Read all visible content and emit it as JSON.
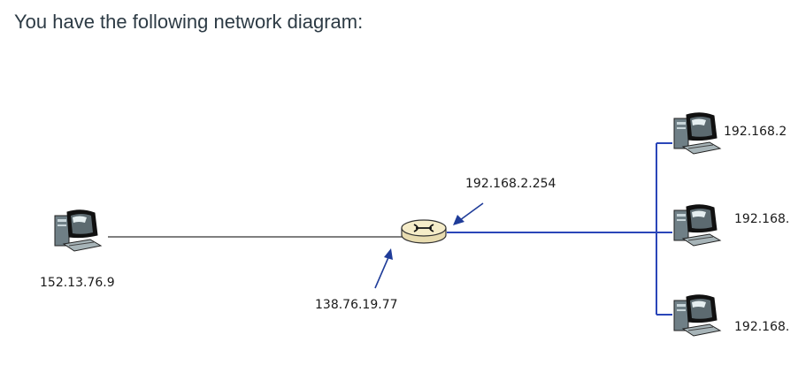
{
  "question": "You have the following network diagram:",
  "diagram": {
    "left_host_ip": "152.13.76.9",
    "router_left_ip": "138.76.19.77",
    "router_right_ip": "192.168.2.254",
    "host_top_ip": "192.168.2",
    "host_mid_ip": "192.168.",
    "host_bottom_ip": "192.168.",
    "colors": {
      "wire_gray": "#555555",
      "wire_blue": "#2a46b8",
      "router_fill": "#f5ecc8",
      "arrow": "#1f3c99"
    }
  }
}
